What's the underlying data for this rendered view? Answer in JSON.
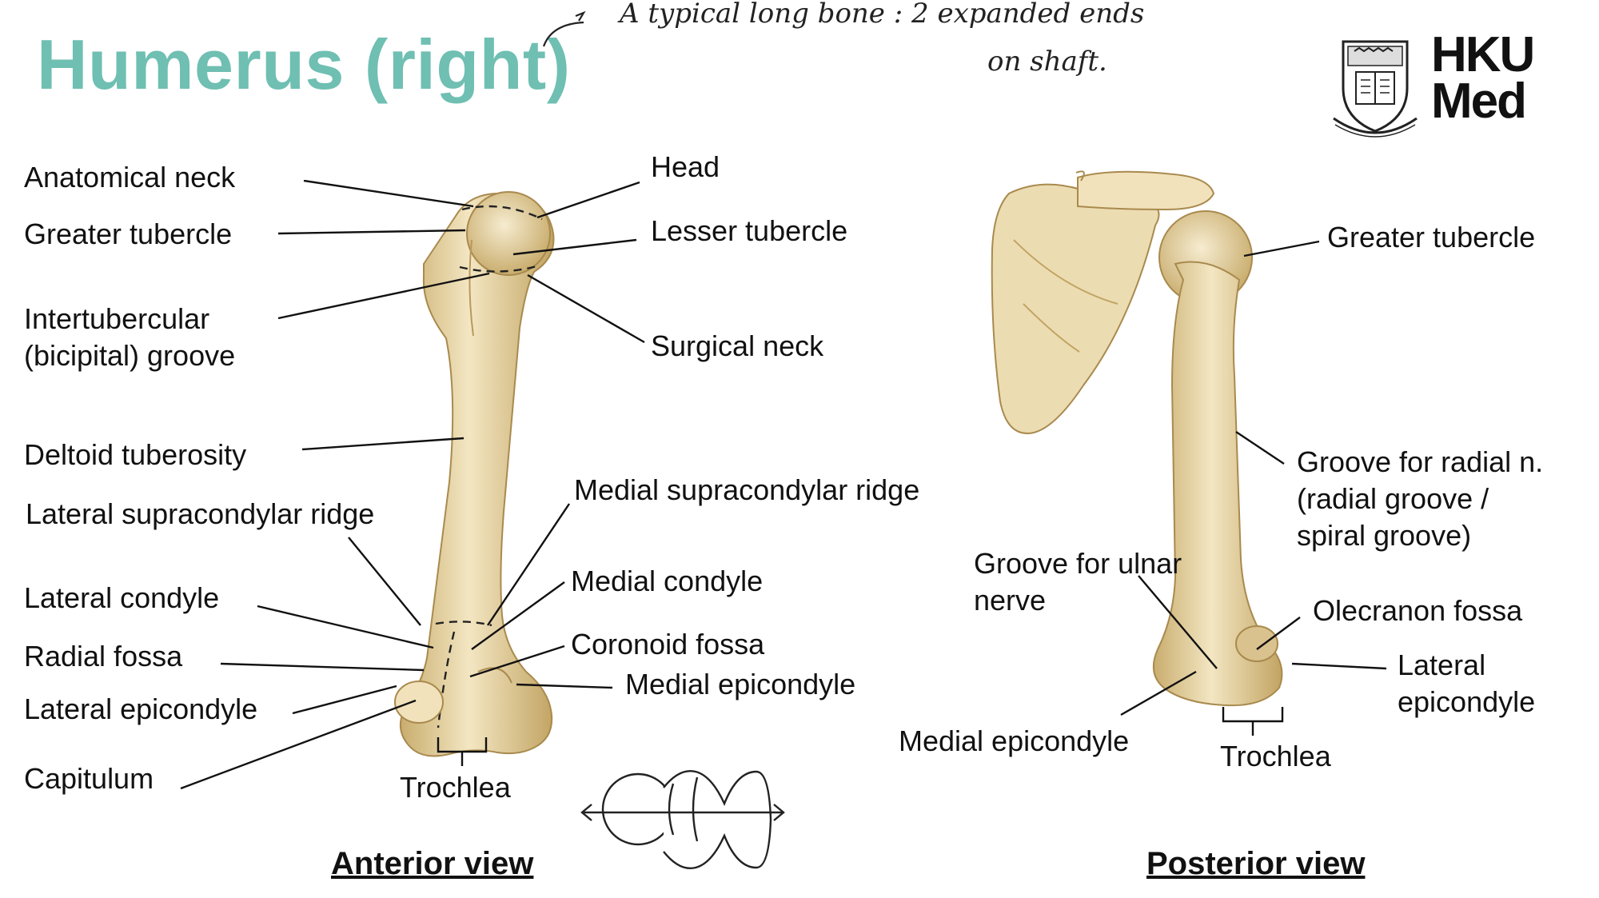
{
  "title": "Humerus (right)",
  "handwritten_note": {
    "line1": "A typical long bone : 2 expanded ends",
    "line2": "on shaft."
  },
  "logo": {
    "line1": "HKU",
    "line2": "Med",
    "icon": "hku-crest-icon"
  },
  "anterior": {
    "view_label": "Anterior view",
    "labels": {
      "anatomical_neck": "Anatomical neck",
      "greater_tubercle": "Greater tubercle",
      "intertubercular_1": "Intertubercular",
      "intertubercular_2": "(bicipital) groove",
      "deltoid_tuberosity": "Deltoid tuberosity",
      "lateral_supracondylar_ridge": "Lateral supracondylar ridge",
      "lateral_condyle": "Lateral condyle",
      "radial_fossa": "Radial fossa",
      "lateral_epicondyle": "Lateral epicondyle",
      "capitulum": "Capitulum",
      "head": "Head",
      "lesser_tubercle": "Lesser tubercle",
      "surgical_neck": "Surgical neck",
      "medial_supracondylar_ridge": "Medial supracondylar ridge",
      "medial_condyle": "Medial condyle",
      "coronoid_fossa": "Coronoid fossa",
      "medial_epicondyle": "Medial epicondyle",
      "trochlea": "Trochlea"
    }
  },
  "posterior": {
    "view_label": "Posterior view",
    "labels": {
      "greater_tubercle": "Greater tubercle",
      "radial_groove_1": "Groove for radial n.",
      "radial_groove_2": "(radial groove /",
      "radial_groove_3": "spiral groove)",
      "ulnar_groove_1": "Groove for ulnar",
      "ulnar_groove_2": "nerve",
      "olecranon_fossa": "Olecranon fossa",
      "lateral_epicondyle_1": "Lateral",
      "lateral_epicondyle_2": "epicondyle",
      "medial_epicondyle": "Medial epicondyle",
      "trochlea": "Trochlea"
    }
  },
  "colors": {
    "title": "#6fbfb2",
    "bone": "#e9d7a6",
    "bone_shadow": "#b89a5c"
  }
}
